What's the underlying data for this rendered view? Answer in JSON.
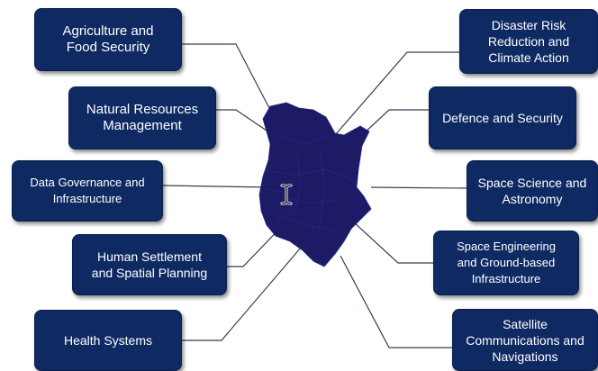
{
  "boxes": {
    "agriculture": "Agriculture and\nFood Security",
    "natural_resources": "Natural Resources\nManagement",
    "data_governance": "Data Governance and\nInfrastructure",
    "human_settlement": "Human Settlement\nand Spatial Planning",
    "health": "Health Systems",
    "disaster": "Disaster Risk\nReduction and\nClimate Action",
    "defence": "Defence and Security",
    "space_science": "Space Science and\nAstronomy",
    "space_engineering": "Space Engineering\nand Ground-based\nInfrastructure",
    "satellite": "Satellite\nCommunications and\nNavigations"
  },
  "colors": {
    "box_fill": "#0f2a63",
    "map_fill": "#1d1a66",
    "connector": "#2f3f55"
  },
  "icons": {
    "map": "kenya-map-icon",
    "cursor": "text-cursor-icon"
  }
}
